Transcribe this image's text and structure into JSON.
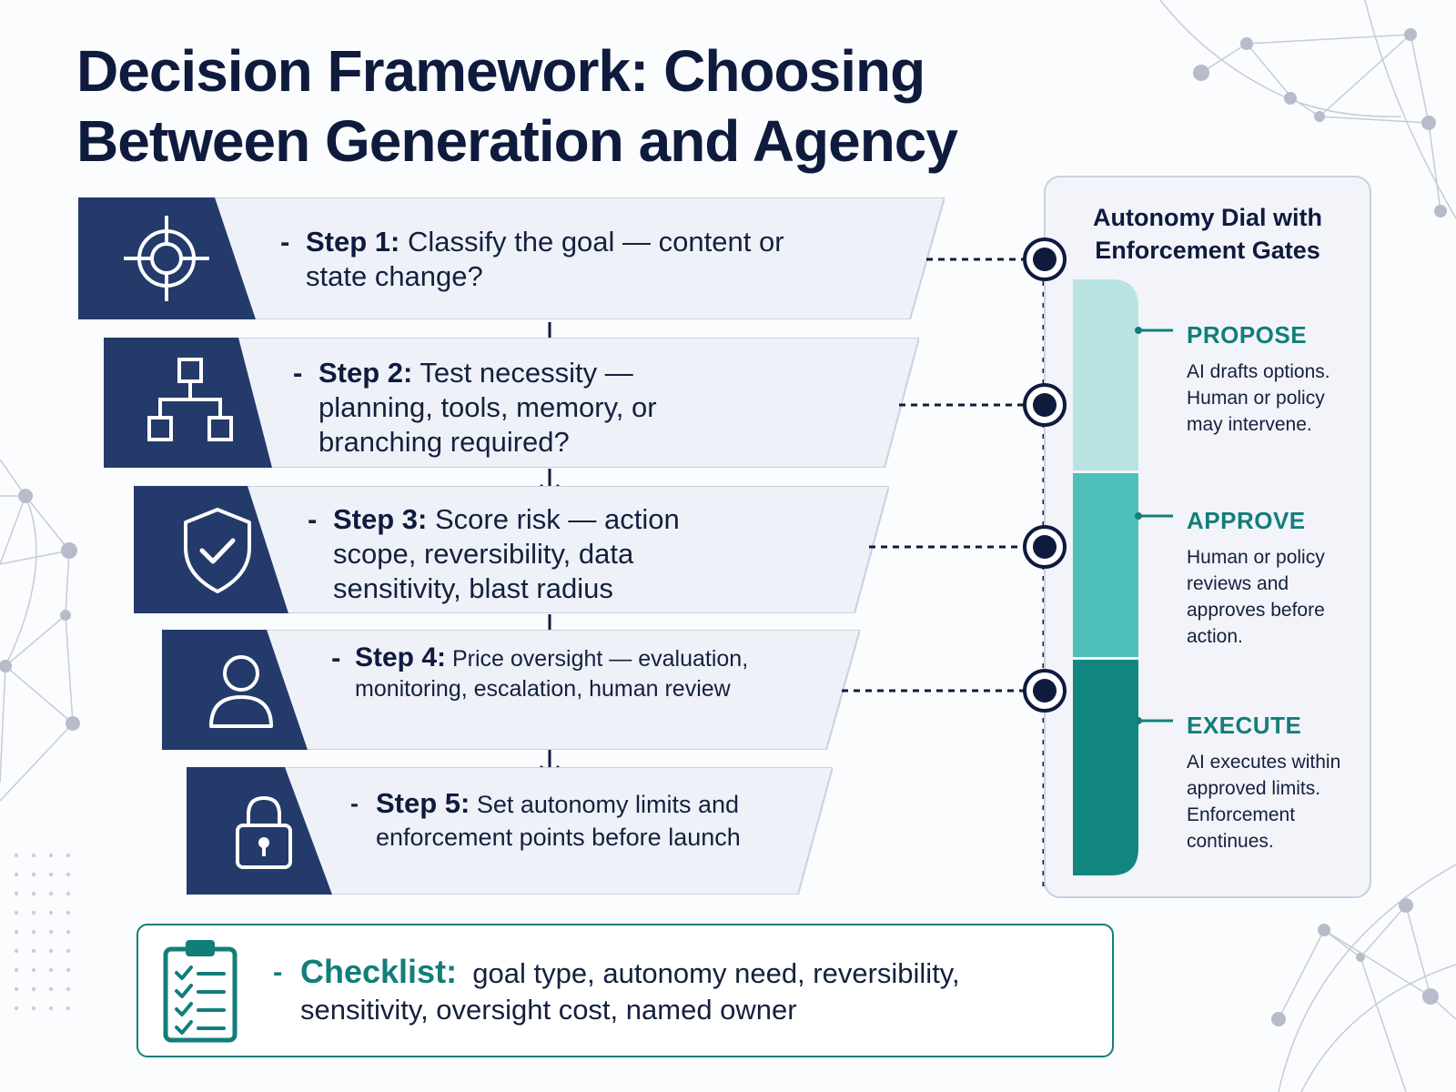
{
  "title": "Decision Framework: Choosing Between Generation and Agency",
  "steps": [
    {
      "label": "Step 1:",
      "text": "Classify the goal — content or state change?",
      "icon": "target-icon"
    },
    {
      "label": "Step 2:",
      "text": "Test necessity — planning, tools, memory, or branching required?",
      "icon": "hierarchy-icon"
    },
    {
      "label": "Step 3:",
      "text": "Score risk — action scope, reversibility, data sensitivity, blast radius",
      "icon": "shield-check-icon"
    },
    {
      "label": "Step 4:",
      "text": "Price oversight — evaluation, monitoring, escalation, human review",
      "icon": "person-icon"
    },
    {
      "label": "Step 5:",
      "text": "Set autonomy limits and enforcement points before launch",
      "icon": "padlock-icon"
    }
  ],
  "dial": {
    "title": "Autonomy Dial with Enforcement Gates",
    "segments": [
      {
        "label": "PROPOSE",
        "text": "AI drafts options. Human or policy may intervene.",
        "color": "#b9e3e1"
      },
      {
        "label": "APPROVE",
        "text": "Human or policy reviews and approves before action.",
        "color": "#4fbfb9"
      },
      {
        "label": "EXECUTE",
        "text": "AI executes within approved limits. Enforcement continues.",
        "color": "#12877f"
      }
    ]
  },
  "checklist": {
    "label": "Checklist:",
    "text": "goal type, autonomy need, reversibility, sensitivity, oversight cost, named owner",
    "icon": "clipboard-checklist-icon"
  },
  "colors": {
    "navy": "#233a6b",
    "panel": "#eef1f8",
    "teal": "#127e7a",
    "ink": "#0f1b3d"
  }
}
